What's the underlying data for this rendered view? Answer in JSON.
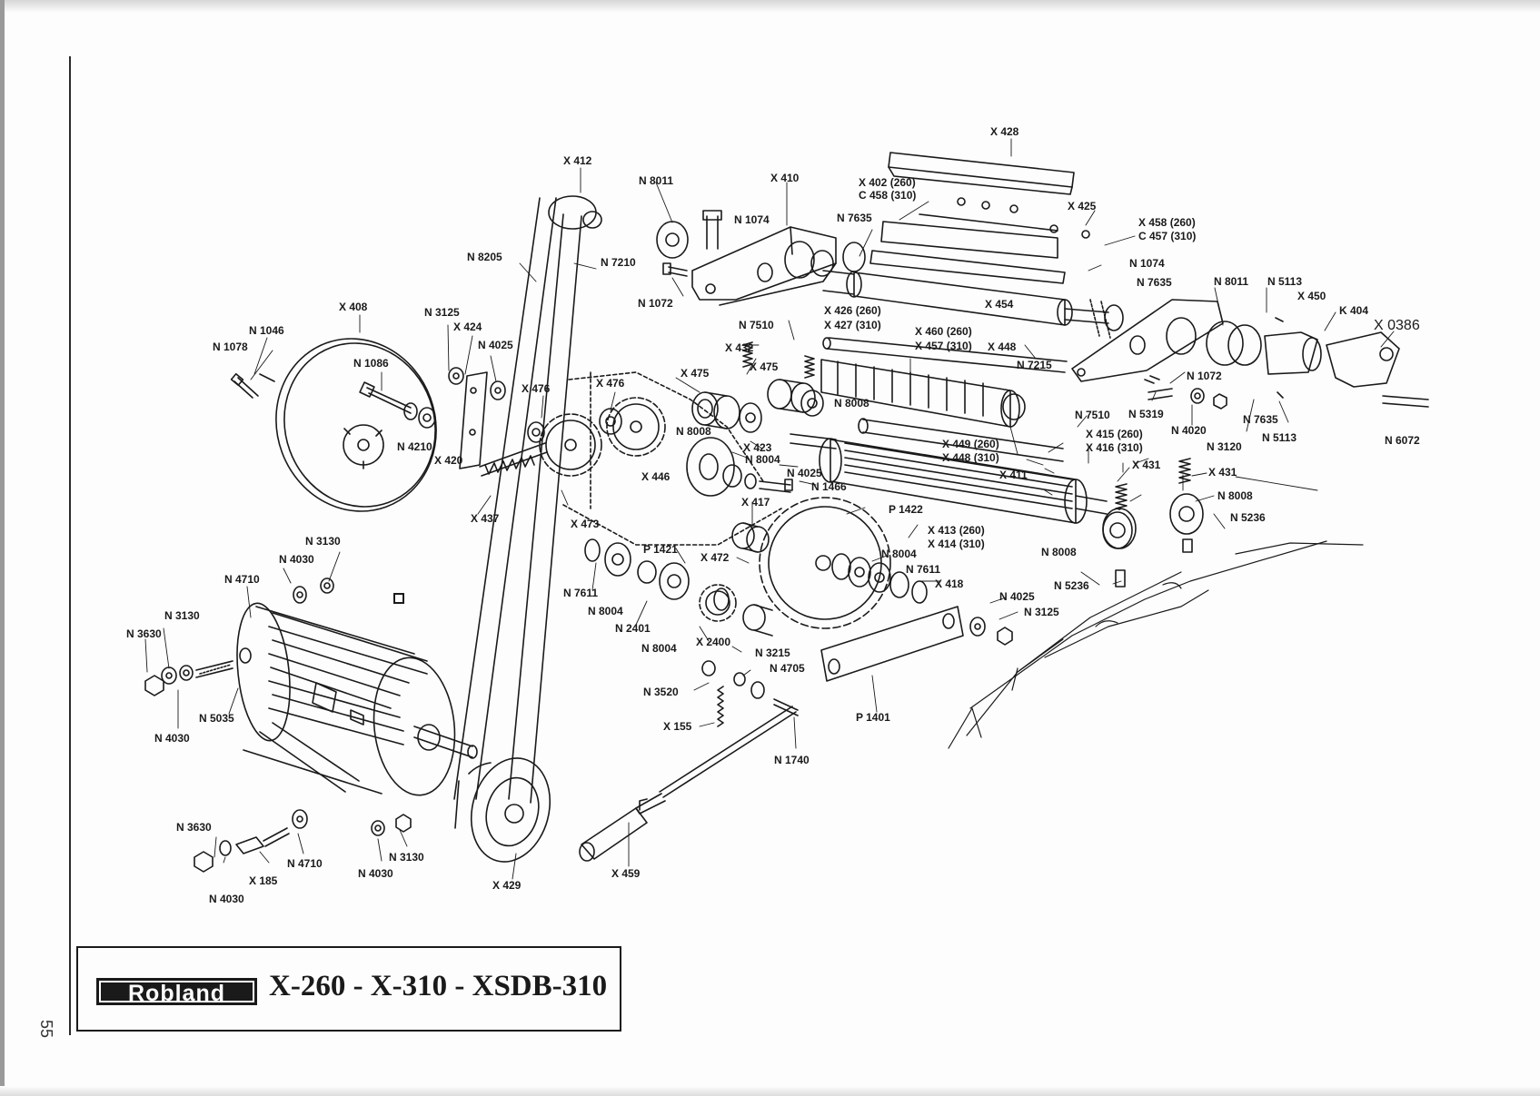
{
  "page_number": "55",
  "title_block": {
    "brand": "Robland",
    "models": "X-260 - X-310 - XSDB-310"
  },
  "square_marker": "□",
  "part_labels": [
    {
      "id": "x428",
      "text": "X 428"
    },
    {
      "id": "x412",
      "text": "X 412"
    },
    {
      "id": "n8011a",
      "text": "N 8011"
    },
    {
      "id": "x410",
      "text": "X 410"
    },
    {
      "id": "x402",
      "text": "X 402 (260)"
    },
    {
      "id": "c458",
      "text": "C 458 (310)"
    },
    {
      "id": "x425",
      "text": "X 425"
    },
    {
      "id": "n1074a",
      "text": "N 1074"
    },
    {
      "id": "n7635a",
      "text": "N 7635"
    },
    {
      "id": "x458",
      "text": "X 458 (260)"
    },
    {
      "id": "c457",
      "text": "C 457 (310)"
    },
    {
      "id": "n1074b",
      "text": "N 1074"
    },
    {
      "id": "n8205",
      "text": "N 8205"
    },
    {
      "id": "n7210",
      "text": "N 7210"
    },
    {
      "id": "n7635b",
      "text": "N 7635"
    },
    {
      "id": "n8011b",
      "text": "N 8011"
    },
    {
      "id": "n5113a",
      "text": "N 5113"
    },
    {
      "id": "x450",
      "text": "X 450"
    },
    {
      "id": "k404",
      "text": "K 404"
    },
    {
      "id": "x0386",
      "text": "X 0386"
    },
    {
      "id": "n1072a",
      "text": "N 1072"
    },
    {
      "id": "x408",
      "text": "X 408"
    },
    {
      "id": "n3125a",
      "text": "N 3125"
    },
    {
      "id": "x454",
      "text": "X 454"
    },
    {
      "id": "x424",
      "text": "X 424"
    },
    {
      "id": "n1046",
      "text": "N 1046"
    },
    {
      "id": "n1078",
      "text": "N 1078"
    },
    {
      "id": "x426",
      "text": "X 426 (260)"
    },
    {
      "id": "x427",
      "text": "X 427 (310)"
    },
    {
      "id": "n7510a",
      "text": "N 7510"
    },
    {
      "id": "x460",
      "text": "X 460 (260)"
    },
    {
      "id": "x457",
      "text": "X 457 (310)"
    },
    {
      "id": "x448a",
      "text": "X 448"
    },
    {
      "id": "n4025a",
      "text": "N 4025"
    },
    {
      "id": "x432",
      "text": "X 432"
    },
    {
      "id": "n1086",
      "text": "N 1086"
    },
    {
      "id": "n7215",
      "text": "N 7215"
    },
    {
      "id": "x475a",
      "text": "X 475"
    },
    {
      "id": "x475b",
      "text": "X 475"
    },
    {
      "id": "n1072b",
      "text": "N 1072"
    },
    {
      "id": "x476a",
      "text": "X 476"
    },
    {
      "id": "x476b",
      "text": "X 476"
    },
    {
      "id": "n8008a",
      "text": "N 8008"
    },
    {
      "id": "n7510b",
      "text": "N 7510"
    },
    {
      "id": "n5319",
      "text": "N 5319"
    },
    {
      "id": "n7635c",
      "text": "N 7635"
    },
    {
      "id": "n6072",
      "text": "N 6072"
    },
    {
      "id": "n4020",
      "text": "N 4020"
    },
    {
      "id": "n5113b",
      "text": "N 5113"
    },
    {
      "id": "n8008b",
      "text": "N 8008"
    },
    {
      "id": "x415",
      "text": "X 415 (260)"
    },
    {
      "id": "x416",
      "text": "X 416 (310)"
    },
    {
      "id": "n3120",
      "text": "N 3120"
    },
    {
      "id": "n4210",
      "text": "N 4210"
    },
    {
      "id": "x423",
      "text": "X 423"
    },
    {
      "id": "x449",
      "text": "X 449 (260)"
    },
    {
      "id": "x448b",
      "text": "X 448 (310)"
    },
    {
      "id": "x431a",
      "text": "X 431"
    },
    {
      "id": "x420",
      "text": "X 420"
    },
    {
      "id": "n8004a",
      "text": "N 8004"
    },
    {
      "id": "x446",
      "text": "X 446"
    },
    {
      "id": "n4025b",
      "text": "N 4025"
    },
    {
      "id": "x411",
      "text": "X 411"
    },
    {
      "id": "x431b",
      "text": "X 431"
    },
    {
      "id": "n1466",
      "text": "N 1466"
    },
    {
      "id": "n8008c",
      "text": "N 8008"
    },
    {
      "id": "x417",
      "text": "X 417"
    },
    {
      "id": "p1422",
      "text": "P 1422"
    },
    {
      "id": "n5236a",
      "text": "N 5236"
    },
    {
      "id": "x437",
      "text": "X 437"
    },
    {
      "id": "x473",
      "text": "X 473"
    },
    {
      "id": "x413",
      "text": "X 413 (260)"
    },
    {
      "id": "x414",
      "text": "X 414 (310)"
    },
    {
      "id": "n8008d",
      "text": "N 8008"
    },
    {
      "id": "n3130a",
      "text": "N 3130"
    },
    {
      "id": "n4030a",
      "text": "N 4030"
    },
    {
      "id": "p1421",
      "text": "P 1421"
    },
    {
      "id": "x472",
      "text": "X 472"
    },
    {
      "id": "n8004b",
      "text": "N 8004"
    },
    {
      "id": "n7611a",
      "text": "N 7611"
    },
    {
      "id": "n4710a",
      "text": "N 4710"
    },
    {
      "id": "x418",
      "text": "X 418"
    },
    {
      "id": "n5236b",
      "text": "N 5236"
    },
    {
      "id": "n7611b",
      "text": "N 7611"
    },
    {
      "id": "n8004c",
      "text": "N 8004"
    },
    {
      "id": "n4025c",
      "text": "N 4025"
    },
    {
      "id": "n3125b",
      "text": "N 3125"
    },
    {
      "id": "n3130b",
      "text": "N 3130"
    },
    {
      "id": "n2401",
      "text": "N 2401"
    },
    {
      "id": "n3630a",
      "text": "N 3630"
    },
    {
      "id": "n8004d",
      "text": "N 8004"
    },
    {
      "id": "x2400",
      "text": "X 2400"
    },
    {
      "id": "n3215",
      "text": "N 3215"
    },
    {
      "id": "n4705",
      "text": "N 4705"
    },
    {
      "id": "n3520",
      "text": "N 3520"
    },
    {
      "id": "n5035",
      "text": "N 5035"
    },
    {
      "id": "n4030b",
      "text": "N 4030"
    },
    {
      "id": "p1401",
      "text": "P 1401"
    },
    {
      "id": "x155",
      "text": "X 155"
    },
    {
      "id": "n1740",
      "text": "N 1740"
    },
    {
      "id": "n3630b",
      "text": "N 3630"
    },
    {
      "id": "n4710b",
      "text": "N 4710"
    },
    {
      "id": "n3130c",
      "text": "N 3130"
    },
    {
      "id": "x185",
      "text": "X 185"
    },
    {
      "id": "n4030c",
      "text": "N 4030"
    },
    {
      "id": "x429",
      "text": "X 429"
    },
    {
      "id": "x459",
      "text": "X 459"
    },
    {
      "id": "n4030d",
      "text": "N 4030"
    }
  ]
}
